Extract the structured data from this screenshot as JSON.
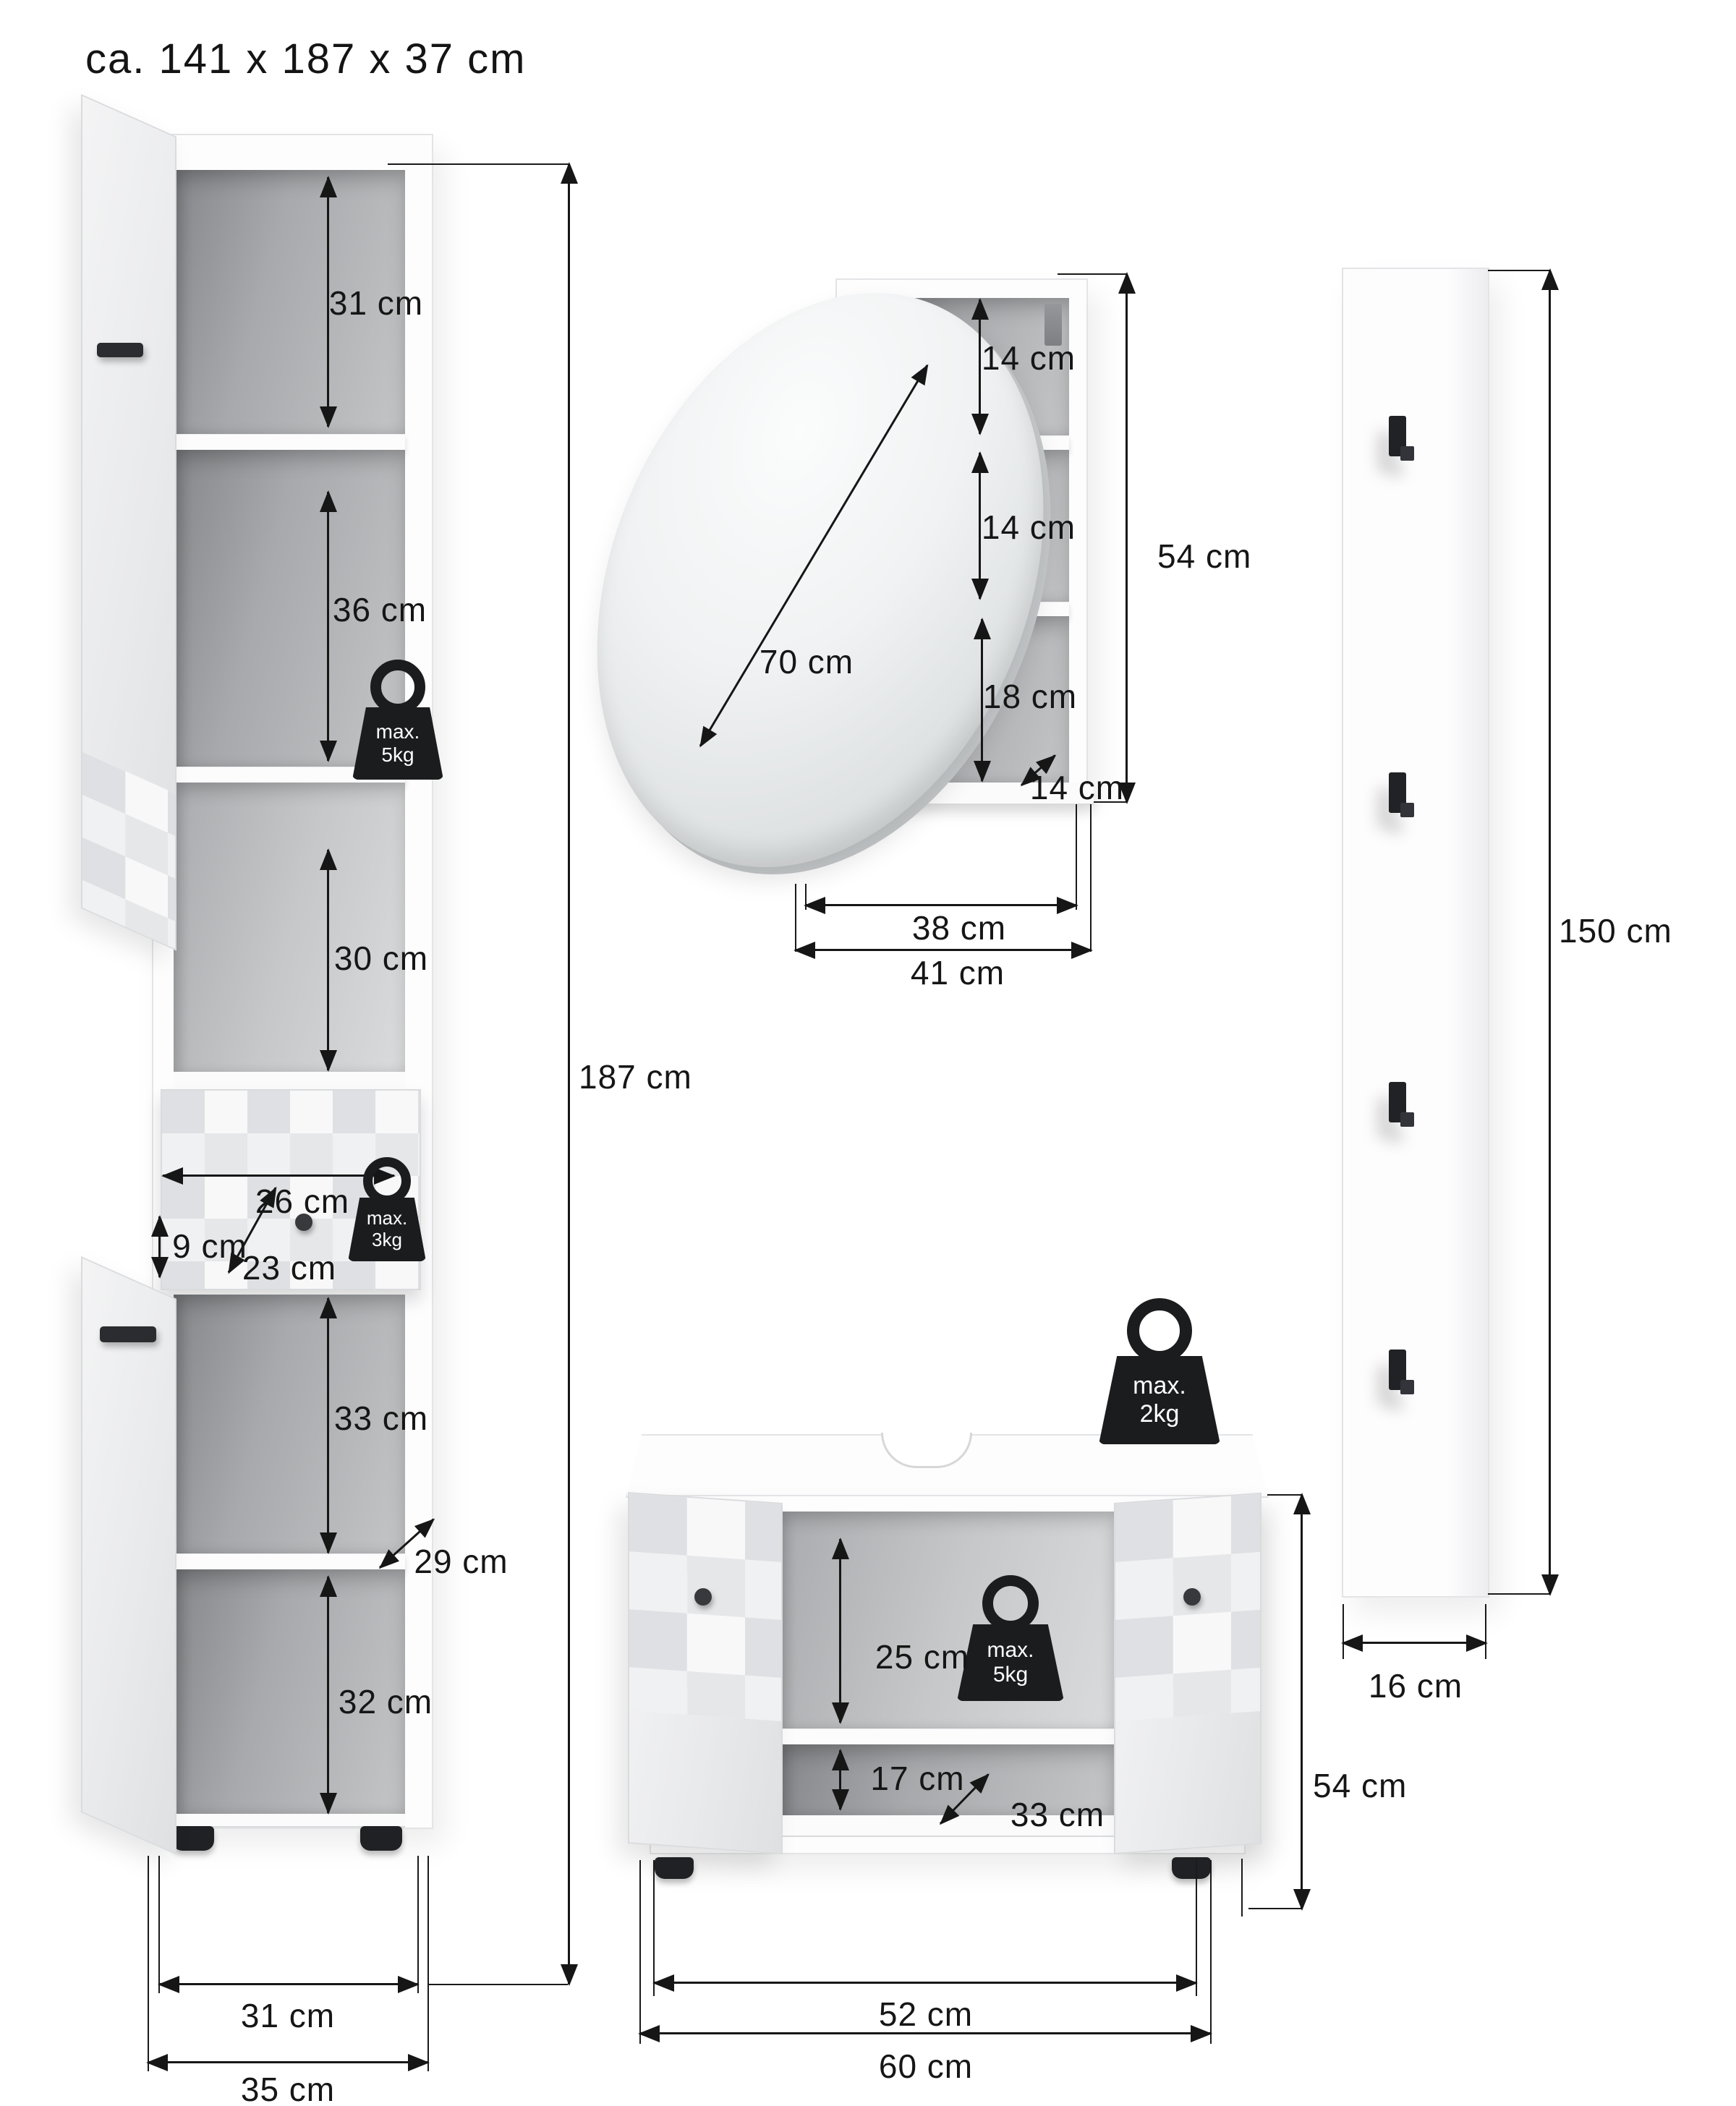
{
  "title": "ca. 141 x 187 x 37 cm",
  "tall_cabinet": {
    "name": "tall cabinet",
    "height": "187 cm",
    "compartments": {
      "c31": "31 cm",
      "c36": "36 cm",
      "c30": "30 cm",
      "c33": "33 cm",
      "c32": "32 cm"
    },
    "drawer": {
      "width": "26 cm",
      "height": "9 cm",
      "depth": "23 cm"
    },
    "shelf_depth": "29 cm",
    "inner_width": "31 cm",
    "outer_width": "35 cm",
    "weight_shelf": {
      "line1": "max.",
      "line2": "5kg"
    },
    "weight_drawer": {
      "line1": "max.",
      "line2": "3kg"
    }
  },
  "mirror_cabinet": {
    "name": "mirror cabinet",
    "mirror_diameter": "70 cm",
    "compartments": {
      "top": "14 cm",
      "middle": "14 cm",
      "bottom": "18 cm"
    },
    "depth": "14 cm",
    "height": "54 cm",
    "inner_width": "38 cm",
    "outer_width": "41 cm"
  },
  "wall_panel": {
    "name": "wall hook panel",
    "height": "150 cm",
    "width": "16 cm",
    "hook_count": 4
  },
  "vanity": {
    "name": "washbasin vanity",
    "open_height": "25 cm",
    "shelf_height": "17 cm",
    "depth": "33 cm",
    "height": "54 cm",
    "inner_width": "52 cm",
    "outer_width": "60 cm",
    "weight_top": {
      "line1": "max.",
      "line2": "2kg"
    },
    "weight_shelf": {
      "line1": "max.",
      "line2": "5kg"
    }
  },
  "colors": {
    "line": "#161616",
    "text": "#161616",
    "cabinet_white": "#fdfdfe",
    "niche_grey": "#9a9c9f",
    "hardware_black": "#212225"
  }
}
